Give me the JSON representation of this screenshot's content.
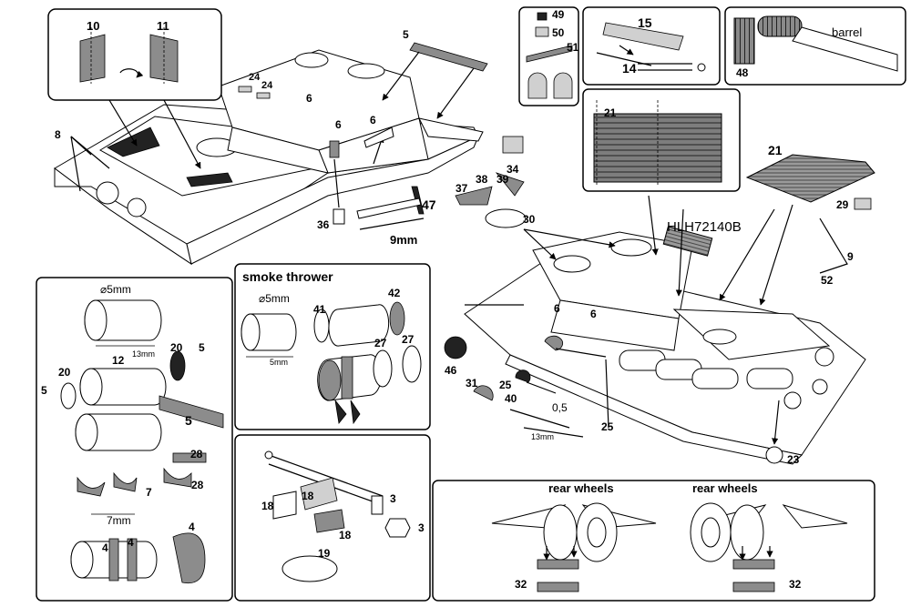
{
  "sheet_code": "HLH72140B",
  "panels": {
    "smoke_thrower_title": "smoke thrower",
    "rear_wheels_left": "rear wheels",
    "rear_wheels_right": "rear wheels",
    "barrel_label": "barrel"
  },
  "dimensions": {
    "top_9mm": "9mm",
    "dia5_left": "⌀5mm",
    "len13_left": "13mm",
    "len7": "7mm",
    "dia5_smoke": "⌀5mm",
    "len5_smoke": "5mm",
    "dia05": "0,5",
    "len13_mid": "13mm"
  },
  "callouts": {
    "c10": "10",
    "c11": "11",
    "c8": "8",
    "c24a": "24",
    "c24b": "24",
    "c5_top": "5",
    "c6_a": "6",
    "c6_b": "6",
    "c6_c": "6",
    "c36": "36",
    "c47": "47",
    "c49": "49",
    "c50": "50",
    "c51": "51",
    "c15": "15",
    "c14": "14",
    "c48": "48",
    "c21_top": "21",
    "c21_side": "21",
    "c37": "37",
    "c38": "38",
    "c39": "39",
    "c34": "34",
    "c30": "30",
    "c29": "29",
    "c9": "9",
    "c52": "52",
    "c6_d": "6",
    "c6_e": "6",
    "c46": "46",
    "c31": "31",
    "c25_a": "25",
    "c40": "40",
    "c25_b": "25",
    "c23": "23",
    "c12": "12",
    "c20_a": "20",
    "c5_a": "5",
    "c20_b": "20",
    "c5_b": "5",
    "c5_c": "5",
    "c28_a": "28",
    "c28_b": "28",
    "c7": "7",
    "c4_a": "4",
    "c4_b": "4",
    "c4_c": "4",
    "c41": "41",
    "c42": "42",
    "c27_a": "27",
    "c27_b": "27",
    "c18_a": "18",
    "c18_b": "18",
    "c18_c": "18",
    "c3_a": "3",
    "c3_b": "3",
    "c19": "19",
    "c32_a": "32",
    "c32_b": "32"
  }
}
